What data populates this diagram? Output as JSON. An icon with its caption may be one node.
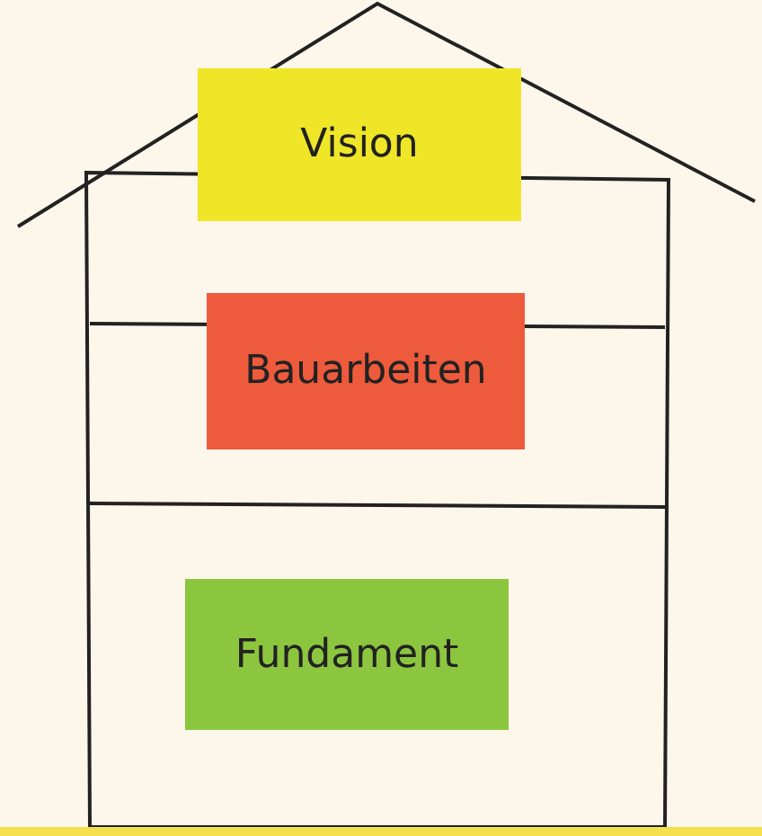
{
  "diagram": {
    "nodes": [
      {
        "text": [
          "Vision"
        ]
      },
      {
        "text": [
          "Bauarbeiten"
        ]
      },
      {
        "text": [
          "Fundament"
        ]
      }
    ]
  }
}
